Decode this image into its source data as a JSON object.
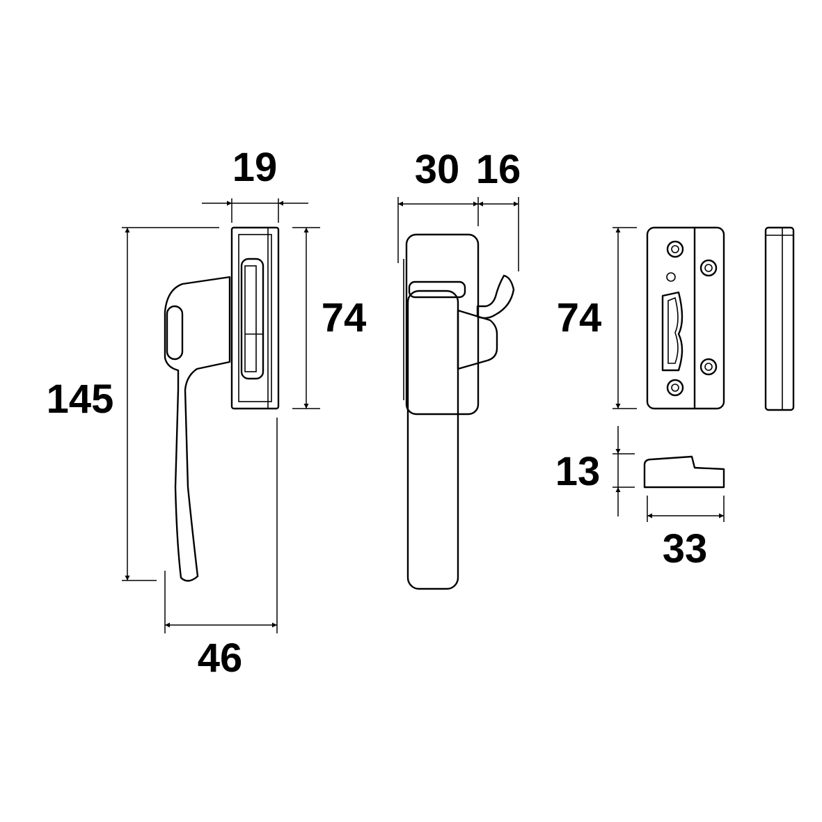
{
  "dimensions": {
    "side_width": "19",
    "side_plate_height": "74",
    "overall_height": "145",
    "projection": "46",
    "front_width": "30",
    "hook_width": "16",
    "keep_height": "74",
    "wedge_height": "13",
    "wedge_length": "33"
  }
}
